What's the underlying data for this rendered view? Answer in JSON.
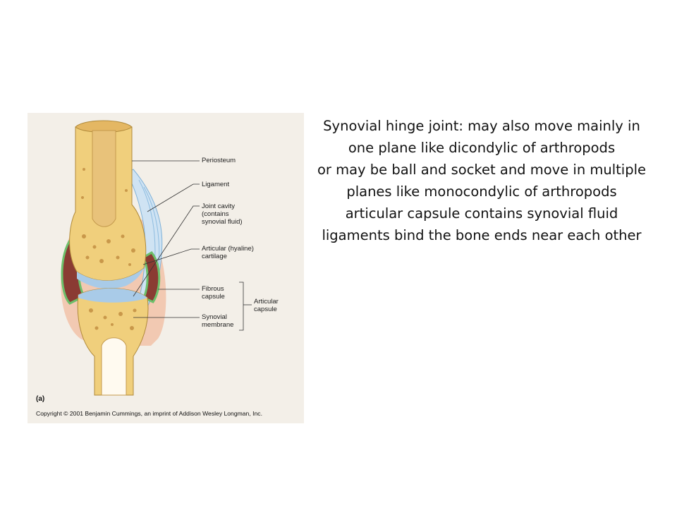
{
  "figure": {
    "labels": {
      "periosteum": "Periosteum",
      "ligament": "Ligament",
      "joint_cavity": "Joint cavity\n(contains\nsynovial fluid)",
      "articular_cartilage": "Articular (hyaline)\ncartilage",
      "fibrous_capsule": "Fibrous\ncapsule",
      "synovial_membrane": "Synovial\nmembrane",
      "articular_capsule": "Articular\ncapsule"
    },
    "letter": "(a)",
    "copyright": "Copyright © 2001 Benjamin Cummings, an imprint of Addison Wesley Longman, Inc."
  },
  "text_lines": [
    "Synovial hinge joint: may also move mainly in one plane like dicondylic of arthropods",
    "or may be ball and socket and move in multiple planes like monocondylic of arthropods",
    "articular capsule contains synovial fluid",
    "ligaments bind the bone ends near each other"
  ]
}
